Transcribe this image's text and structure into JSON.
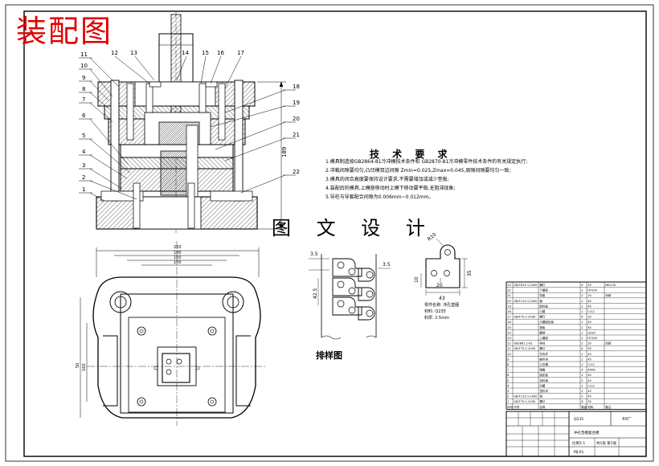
{
  "title": "装配图",
  "watermark": "图 文 设 计",
  "tech": {
    "heading": "技 术 要 求",
    "items": [
      "1.模具制造按GB2864-81冷冲模技术条件和 GB2870-81冷冲模零件技术条件的有关规定执行;",
      "2.冲裁间隙要均匀,凸凹模双边间隙 Zmin=0.025,Zmax=0.045,周隙间隙要均匀一致;",
      "3.模具的闭合高度要保持设计要求,不需要增加或减少垫板;",
      "4.装配后的模具,上模座移动时上模下移动要平稳,无阻滞现象;",
      "5.导柱与导套配合间隙为0.006mm~0.012mm。"
    ]
  },
  "section_view": {
    "callouts_left": [
      "11",
      "10",
      "9",
      "8",
      "7",
      "6",
      "5",
      "4",
      "3",
      "2",
      "1"
    ],
    "callouts_top": [
      "12",
      "13",
      "14",
      "15",
      "16",
      "17"
    ],
    "callouts_right": [
      "18",
      "19",
      "20",
      "21",
      "22"
    ],
    "height_dim": "189"
  },
  "plan_view": {
    "dims": [
      "250",
      "180",
      "150",
      "100"
    ],
    "side_dims": [
      "50",
      "160"
    ]
  },
  "strip_layout": {
    "label": "排样图",
    "dims": [
      "3.5",
      "3.5",
      "42.5"
    ]
  },
  "part": {
    "dims": [
      "43",
      "20",
      "R10",
      "35",
      "10"
    ],
    "notes": [
      "零件名称: 冲孔垫圈",
      "材料: Q235",
      "料厚: 2.5mm"
    ]
  },
  "parts_list": {
    "rows": [
      [
        "23",
        "GB/T819.1-2000",
        "螺钉",
        "4",
        "35",
        "M6×35"
      ],
      [
        "22",
        "",
        "下模座",
        "1",
        "HT200",
        ""
      ],
      [
        "21",
        "",
        "导套",
        "2",
        "20",
        "渗碳"
      ],
      [
        "20",
        "GB/T119.1-2000",
        "销",
        "2",
        "45",
        ""
      ],
      [
        "19",
        "",
        "卸料板",
        "1",
        "45",
        ""
      ],
      [
        "18",
        "",
        "凸模",
        "1",
        "Cr12",
        ""
      ],
      [
        "17",
        "GB/T70.1-2000",
        "螺钉",
        "4",
        "35",
        ""
      ],
      [
        "16",
        "",
        "凸模固定板",
        "1",
        "45",
        ""
      ],
      [
        "15",
        "",
        "垫板",
        "1",
        "45",
        ""
      ],
      [
        "14",
        "",
        "模柄",
        "1",
        "Q235",
        ""
      ],
      [
        "13",
        "",
        "上模座",
        "1",
        "HT200",
        ""
      ],
      [
        "12",
        "GB2861.1-81",
        "导柱",
        "2",
        "20",
        "渗碳"
      ],
      [
        "11",
        "GB/T70.1-2000",
        "螺钉",
        "4",
        "35",
        ""
      ],
      [
        "10",
        "",
        "打料杆",
        "1",
        "45",
        ""
      ],
      [
        "9",
        "",
        "推件块",
        "1",
        "45",
        ""
      ],
      [
        "8",
        "",
        "凸凹模",
        "1",
        "Cr12",
        ""
      ],
      [
        "7",
        "",
        "弹簧",
        "4",
        "65Mn",
        ""
      ],
      [
        "6",
        "",
        "固定板",
        "1",
        "45",
        ""
      ],
      [
        "5",
        "",
        "挡料销",
        "2",
        "45",
        ""
      ],
      [
        "4",
        "",
        "凹模",
        "1",
        "Cr12",
        ""
      ],
      [
        "3",
        "",
        "顶件块",
        "1",
        "45",
        ""
      ],
      [
        "2",
        "GB/T119.1-2000",
        "销",
        "2",
        "45",
        ""
      ],
      [
        "1",
        "GB/T70.1-2000",
        "螺钉",
        "4",
        "35",
        ""
      ]
    ],
    "header": [
      "序号",
      "代号",
      "名称",
      "数量",
      "材料",
      "备注"
    ],
    "title_block": {
      "company": "XX厂",
      "drawing_name": "冲孔垫圈复合模",
      "scale": "比例1:1",
      "sheet": "共1张 第1张",
      "material": "Q235",
      "drawing_code": "MJ-01"
    }
  }
}
